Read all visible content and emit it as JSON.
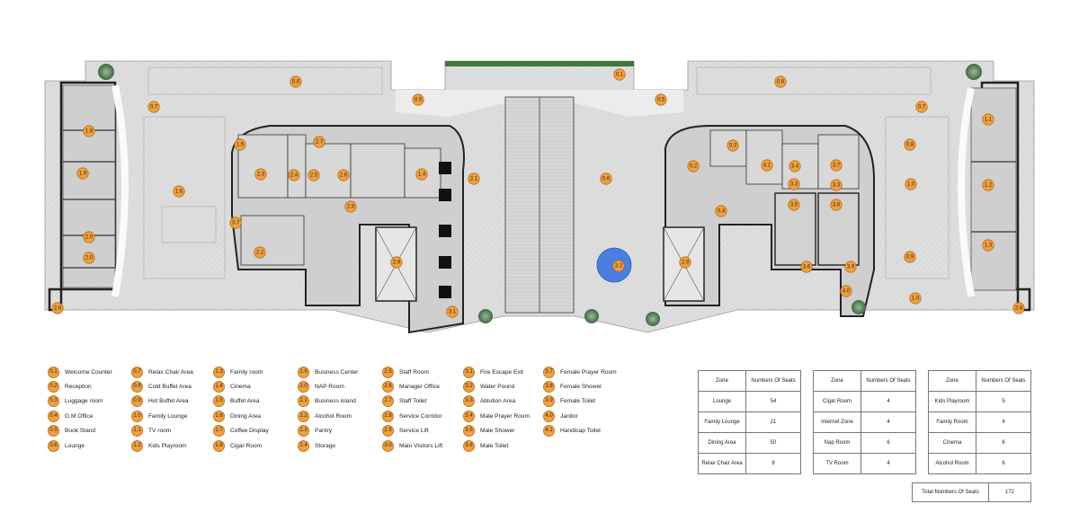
{
  "colors": {
    "badge": "#f0a040",
    "floor": "#dcdcdc",
    "corridor": "#eeeeee",
    "wall": "#222222",
    "water_pound": "#4a7fe0",
    "planting": "#3f7a3a"
  },
  "plan_tags": [
    {
      "id": "t1",
      "label": "0.6"
    },
    {
      "id": "t2",
      "label": "0.7"
    },
    {
      "id": "t3",
      "label": "0.5"
    },
    {
      "id": "t4",
      "label": "0.1"
    },
    {
      "id": "t5",
      "label": "0.5"
    },
    {
      "id": "t6",
      "label": "0.6"
    },
    {
      "id": "t7",
      "label": "0.7"
    },
    {
      "id": "t8",
      "label": "1.8"
    },
    {
      "id": "t9",
      "label": "1.5"
    },
    {
      "id": "t10",
      "label": "2.7"
    },
    {
      "id": "t11",
      "label": "1.9"
    },
    {
      "id": "t12",
      "label": "2.3"
    },
    {
      "id": "t13",
      "label": "2.4"
    },
    {
      "id": "t14",
      "label": "2.5"
    },
    {
      "id": "t15",
      "label": "2.6"
    },
    {
      "id": "t16",
      "label": "1.4"
    },
    {
      "id": "t17",
      "label": "2.1"
    },
    {
      "id": "t18",
      "label": "1.6"
    },
    {
      "id": "t19",
      "label": "2.8"
    },
    {
      "id": "t20",
      "label": "2.0"
    },
    {
      "id": "t21",
      "label": "3.7"
    },
    {
      "id": "t22",
      "label": "2.0"
    },
    {
      "id": "t23",
      "label": "2.2"
    },
    {
      "id": "t24",
      "label": "2.9"
    },
    {
      "id": "t25",
      "label": "2.8"
    },
    {
      "id": "t26",
      "label": "3.1"
    },
    {
      "id": "t27",
      "label": "0.6"
    },
    {
      "id": "t28",
      "label": "3.2"
    },
    {
      "id": "t29",
      "label": "2.9"
    },
    {
      "id": "t30",
      "label": "0.3"
    },
    {
      "id": "t31",
      "label": "0.2"
    },
    {
      "id": "t32",
      "label": "4.1"
    },
    {
      "id": "t33",
      "label": "3.4"
    },
    {
      "id": "t34",
      "label": "3.7"
    },
    {
      "id": "t35",
      "label": "3.3"
    },
    {
      "id": "t36",
      "label": "3.3"
    },
    {
      "id": "t37",
      "label": "0.4"
    },
    {
      "id": "t38",
      "label": "3.5"
    },
    {
      "id": "t39",
      "label": "3.8"
    },
    {
      "id": "t40",
      "label": "3.6"
    },
    {
      "id": "t41",
      "label": "3.9"
    },
    {
      "id": "t42",
      "label": "4.0"
    },
    {
      "id": "t43",
      "label": "0.8"
    },
    {
      "id": "t44",
      "label": "1.0"
    },
    {
      "id": "t45",
      "label": "0.9"
    },
    {
      "id": "t46",
      "label": "1.0"
    },
    {
      "id": "t47",
      "label": "1.1"
    },
    {
      "id": "t48",
      "label": "1.2"
    },
    {
      "id": "t49",
      "label": "1.3"
    },
    {
      "id": "t50",
      "label": "2.8"
    }
  ],
  "legend": {
    "columns": [
      [
        {
          "code": "0.1",
          "label": "Welcome Counter"
        },
        {
          "code": "0.2",
          "label": "Reception"
        },
        {
          "code": "0.3",
          "label": "Luggage room"
        },
        {
          "code": "0.4",
          "label": "G.M Office"
        },
        {
          "code": "0.5",
          "label": "Book Stand"
        },
        {
          "code": "0.6",
          "label": "Lounge"
        }
      ],
      [
        {
          "code": "0.7",
          "label": "Relax Chair Area"
        },
        {
          "code": "0.8",
          "label": "Cold Buffet Area"
        },
        {
          "code": "0.9",
          "label": "Hot Buffet Area"
        },
        {
          "code": "1.0",
          "label": "Family  Lounge"
        },
        {
          "code": "1.1",
          "label": "TV room"
        },
        {
          "code": "1.2",
          "label": "Kids Playroom"
        }
      ],
      [
        {
          "code": "1.3",
          "label": "Family room"
        },
        {
          "code": "1.4",
          "label": "Cinema"
        },
        {
          "code": "1.5",
          "label": "Buffet Area"
        },
        {
          "code": "1.6",
          "label": "Dining Area"
        },
        {
          "code": "1.7",
          "label": "Coffee Display"
        },
        {
          "code": "1.8",
          "label": "Cigar Room"
        }
      ],
      [
        {
          "code": "1.9",
          "label": "Business Center"
        },
        {
          "code": "2.0",
          "label": "NAP Room"
        },
        {
          "code": "2.1",
          "label": "Business island"
        },
        {
          "code": "2.2",
          "label": "Alcohol Room"
        },
        {
          "code": "2.3",
          "label": "Pantry"
        },
        {
          "code": "2.4",
          "label": "Storage"
        }
      ],
      [
        {
          "code": "2.5",
          "label": "Staff Room"
        },
        {
          "code": "2.6",
          "label": "Manager Office"
        },
        {
          "code": "2.7",
          "label": "Staff Toilet"
        },
        {
          "code": "2.8",
          "label": "Service Corridor"
        },
        {
          "code": "2.9",
          "label": "Service Lift"
        },
        {
          "code": "3.0",
          "label": "Main Visitors Lift"
        }
      ],
      [
        {
          "code": "3.1",
          "label": "Fire Escape Exit"
        },
        {
          "code": "3.2",
          "label": "Water Pound"
        },
        {
          "code": "3.3",
          "label": "Ablution Area"
        },
        {
          "code": "3.4",
          "label": "Male Prayer Room"
        },
        {
          "code": "3.5",
          "label": "Male Shower"
        },
        {
          "code": "3.6",
          "label": "Male Toilet"
        }
      ],
      [
        {
          "code": "3.7",
          "label": "Female Prayer Room"
        },
        {
          "code": "3.8",
          "label": "Female Shower"
        },
        {
          "code": "3.9",
          "label": "Female Toilet"
        },
        {
          "code": "4.0",
          "label": "Janitor"
        },
        {
          "code": "4.1",
          "label": "Handicap Toilet"
        }
      ]
    ]
  },
  "seat_tables": [
    {
      "header_zone": "Zone",
      "header_seats": "Numbers Of Seats",
      "rows": [
        {
          "zone": "Lounge",
          "seats": "54"
        },
        {
          "zone": "Family Lounge",
          "seats": "21"
        },
        {
          "zone": "Dining Area",
          "seats": "50"
        },
        {
          "zone": "Relax Chair Area",
          "seats": "8"
        }
      ]
    },
    {
      "header_zone": "Zone",
      "header_seats": "Numbers Of Seats",
      "rows": [
        {
          "zone": "Cigar Room",
          "seats": "4"
        },
        {
          "zone": "Internet Zone",
          "seats": "4"
        },
        {
          "zone": "Nap Room",
          "seats": "6"
        },
        {
          "zone": "TV Room",
          "seats": "4"
        }
      ]
    },
    {
      "header_zone": "Zone",
      "header_seats": "Numbers Of Seats",
      "rows": [
        {
          "zone": "Kids Playroom",
          "seats": "5"
        },
        {
          "zone": "Family Room",
          "seats": "4"
        },
        {
          "zone": "Cinema",
          "seats": "6"
        },
        {
          "zone": "Alcohol Room",
          "seats": "6"
        }
      ]
    }
  ],
  "total": {
    "label": "Total Numbers Of Seats",
    "value": "172"
  }
}
